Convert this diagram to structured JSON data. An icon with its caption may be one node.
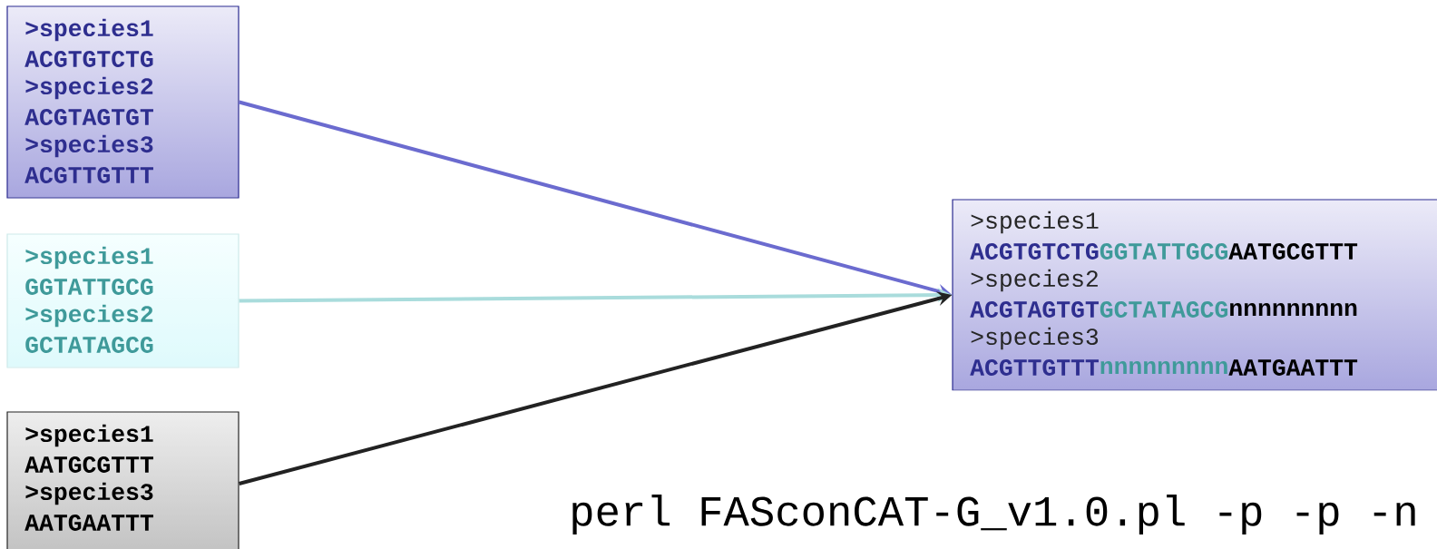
{
  "diagram": {
    "nodes": [
      {
        "text": [
          ">species1",
          "ACGTGTCTG",
          ">species2",
          "ACGTAGTGT",
          ">species3",
          "ACGTTGTTT"
        ]
      },
      {
        "text": [
          ">species1",
          "GGTATTGCG",
          ">species2",
          "GCTATAGCG"
        ]
      },
      {
        "text": [
          ">species1",
          "AATGCGTTT",
          ">species3",
          "AATGAATTT"
        ]
      },
      {
        "text": [
          ">species1",
          "ACGTGTCTG",
          "GGTATTGCG",
          "AATGCGTTT",
          ">species2",
          "ACGTAGTGT",
          "GCTATAGCG",
          "nnnnnnnnn",
          ">species3",
          "ACGTTGTTT",
          "nnnnnnnnn",
          "AATGAATTT"
        ]
      }
    ],
    "edges": [
      {
        "from": 0,
        "to": 3,
        "arrow": "to",
        "color": "#6b6bcf"
      },
      {
        "from": 1,
        "to": 3,
        "arrow": "to",
        "color": "#a9dcdc"
      },
      {
        "from": 2,
        "to": 3,
        "arrow": "to",
        "color": "#222222"
      }
    ],
    "labels": [
      "perl FASconCAT-G_v1.0.pl -p -p -n"
    ]
  }
}
